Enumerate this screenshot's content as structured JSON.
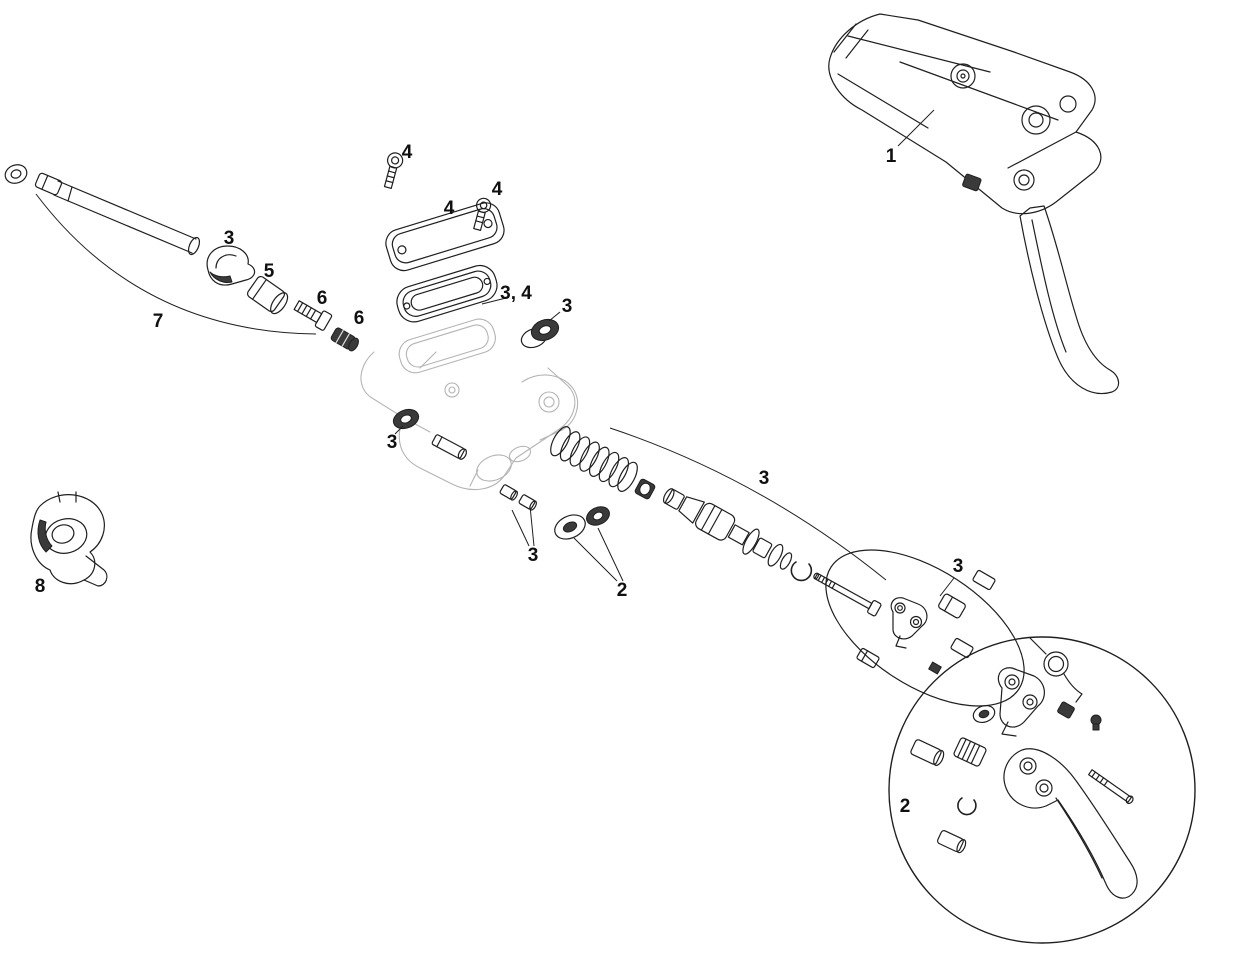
{
  "figure": {
    "kind": "exploded-parts-diagram",
    "colors": {
      "background": "#ffffff",
      "line": "#1f1f1f",
      "ghost_line": "#b4b4b4",
      "dark_fill": "#3a3a3a"
    }
  },
  "callouts": [
    {
      "text": "1"
    },
    {
      "text": "4"
    },
    {
      "text": "4"
    },
    {
      "text": "4"
    },
    {
      "text": "3, 4"
    },
    {
      "text": "3"
    },
    {
      "text": "3"
    },
    {
      "text": "5"
    },
    {
      "text": "6"
    },
    {
      "text": "6"
    },
    {
      "text": "7"
    },
    {
      "text": "3"
    },
    {
      "text": "3"
    },
    {
      "text": "2"
    },
    {
      "text": "3"
    },
    {
      "text": "3"
    },
    {
      "text": "2"
    },
    {
      "text": "8"
    }
  ]
}
